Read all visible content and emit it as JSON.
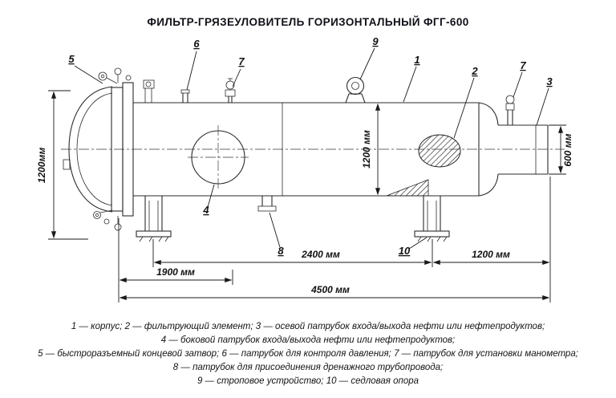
{
  "title": "ФИЛЬТР-ГРЯЗЕУЛОВИТЕЛЬ ГОРИЗОНТАЛЬНЫЙ ФГГ-600",
  "dimensions": {
    "head_diameter": "1200мм",
    "shell_diameter": "1200 мм",
    "nozzle_diameter": "600 мм",
    "saddle_span": "2400 мм",
    "right_span": "1200 мм",
    "left_span": "1900 мм",
    "total_length": "4500 мм"
  },
  "callouts": {
    "closure": "5",
    "pressure_nozzle": "6",
    "manometer_left": "7",
    "sling": "9",
    "body": "1",
    "filter": "2",
    "manometer_right": "7",
    "axial_nozzle": "3",
    "side_nozzle": "4",
    "drain_nozzle": "8",
    "saddle": "10"
  },
  "legend": {
    "line1": "1 — корпус; 2 — фильтрующий элемент; 3 — осевой патрубок входа/выхода нефти или нефтепродуктов;",
    "line2": "4 — боковой патрубок входа/выхода нефти или нефтепродуктов;",
    "line3": "5 — быстроразъемный концевой затвор; 6 — патрубок для контроля давления; 7 — патрубок для установки манометра;",
    "line4": "8 — патрубок для присоединения дренажного трубопровода;",
    "line5": "9 — строповое устройство; 10 — седловая опора"
  }
}
